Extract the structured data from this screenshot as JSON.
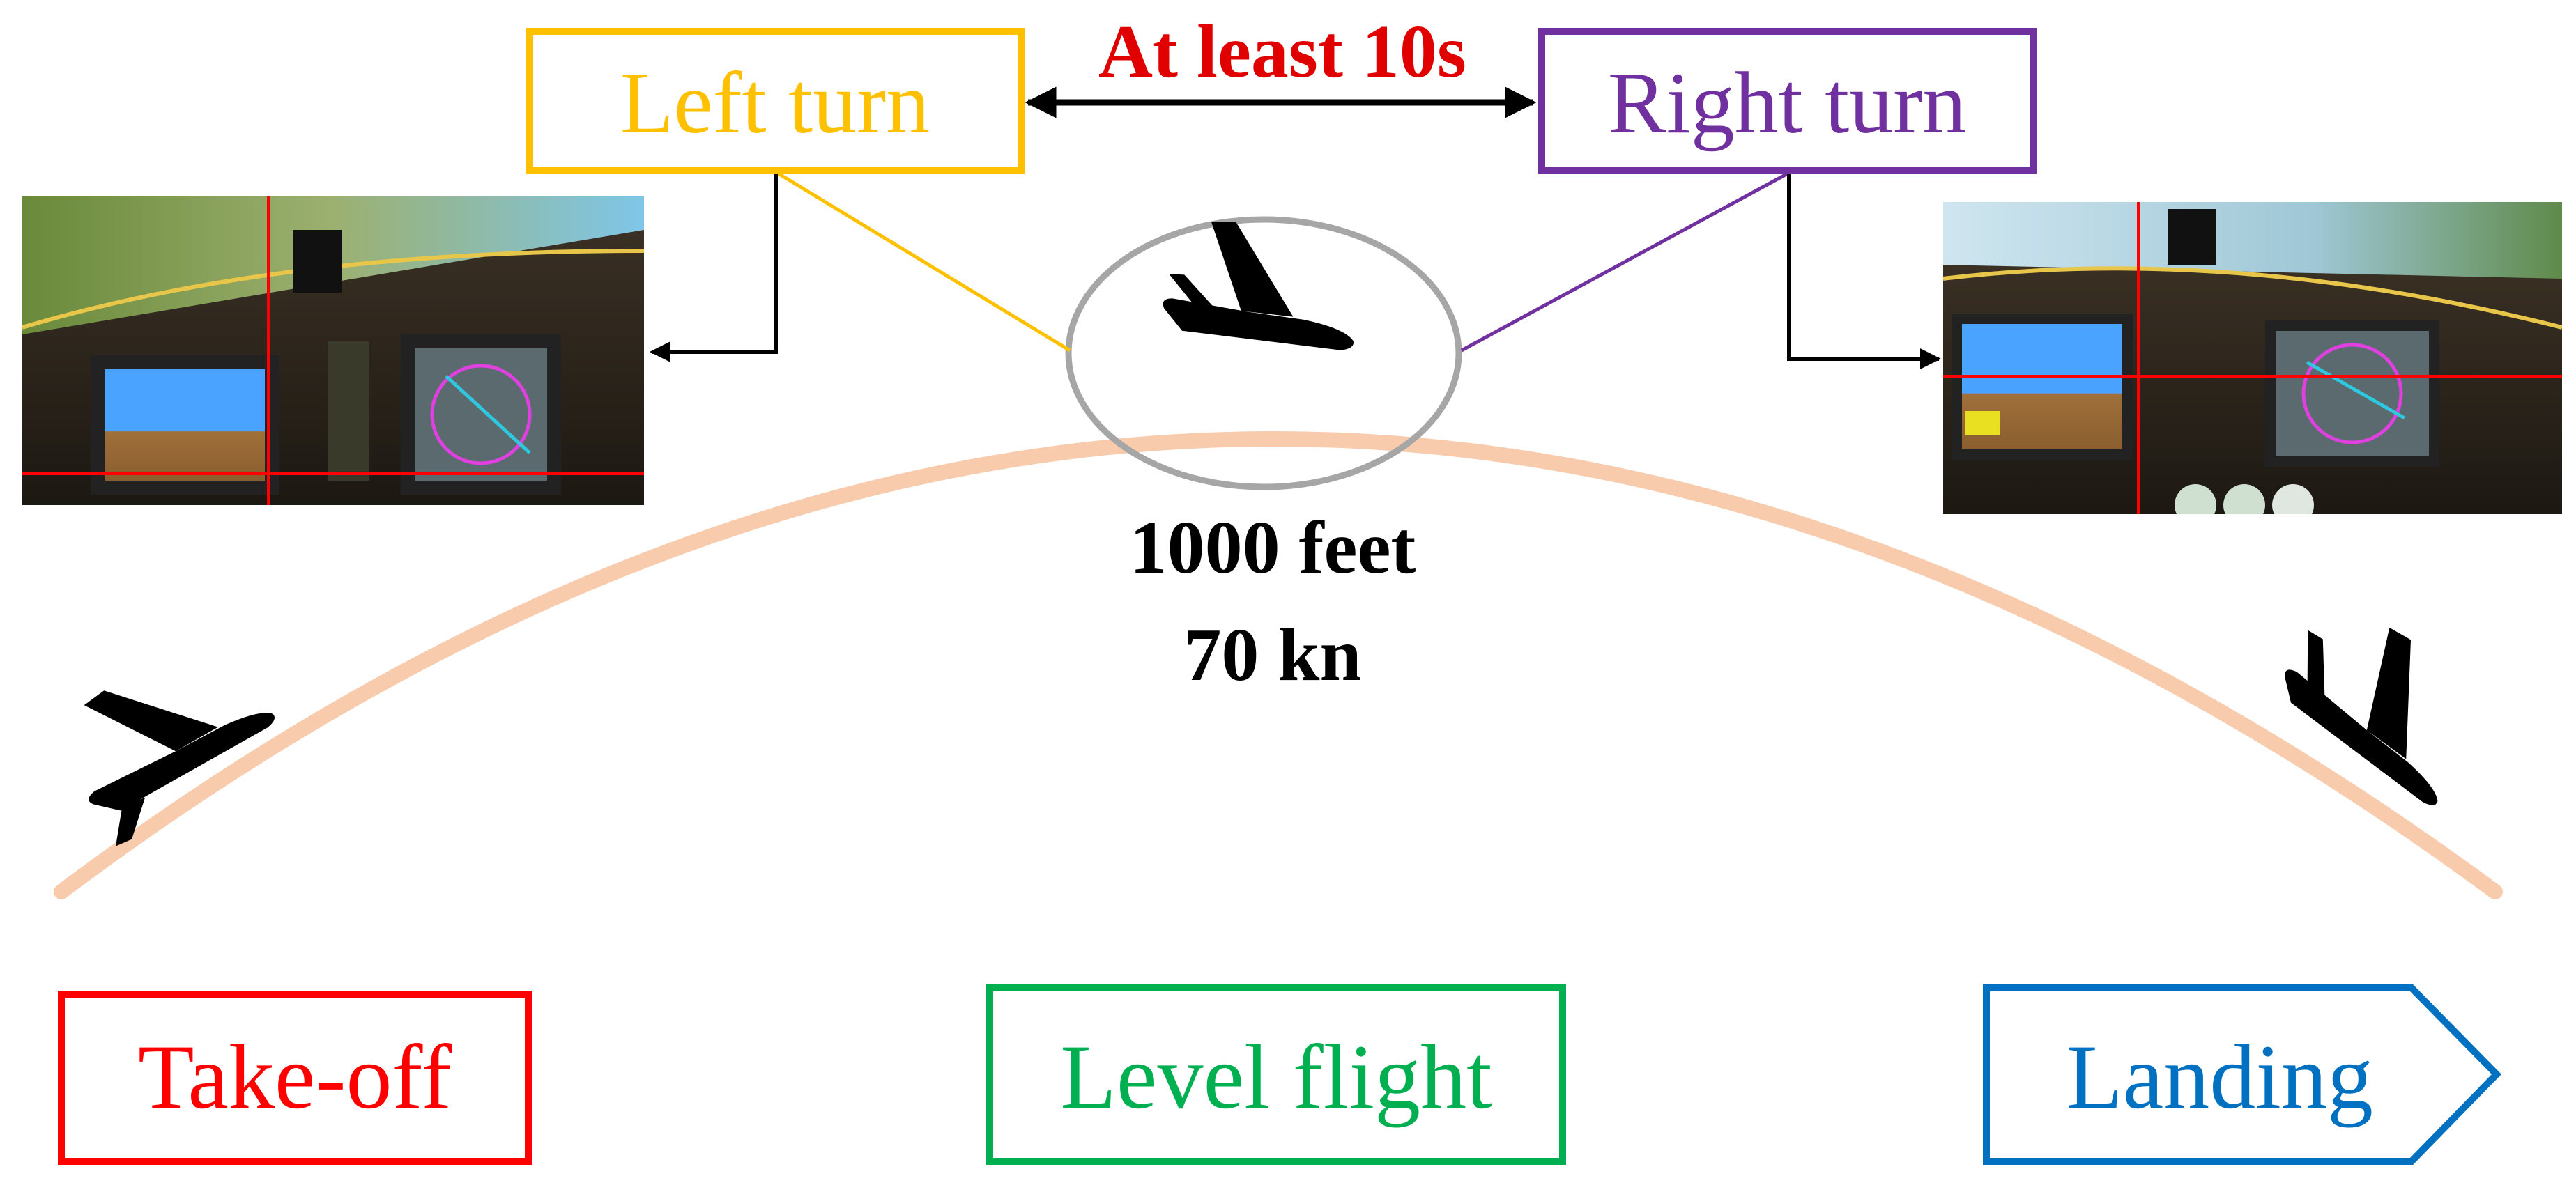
{
  "labels": {
    "left_turn": "Left turn",
    "right_turn": "Right turn",
    "interval": "At least 10s",
    "altitude": "1000 feet",
    "speed": "70 kn",
    "takeoff": "Take-off",
    "level_flight": "Level flight",
    "landing": "Landing"
  },
  "colors": {
    "left_turn": "#FFC000",
    "right_turn": "#7030A0",
    "interval": "#E00000",
    "takeoff": "#FF0000",
    "level_flight": "#00B050",
    "landing": "#0070C0",
    "flight_path": "#F8CBAD",
    "apex_ellipse": "#A6A6A6",
    "airplane": "#000000",
    "crosshair": "#FF0000"
  },
  "icons": {
    "apex": "airplane-icon",
    "takeoff": "airplane-takeoff-icon",
    "landing": "airplane-landing-icon",
    "left_view": "cockpit-view-left-turn",
    "right_view": "cockpit-view-right-turn"
  }
}
